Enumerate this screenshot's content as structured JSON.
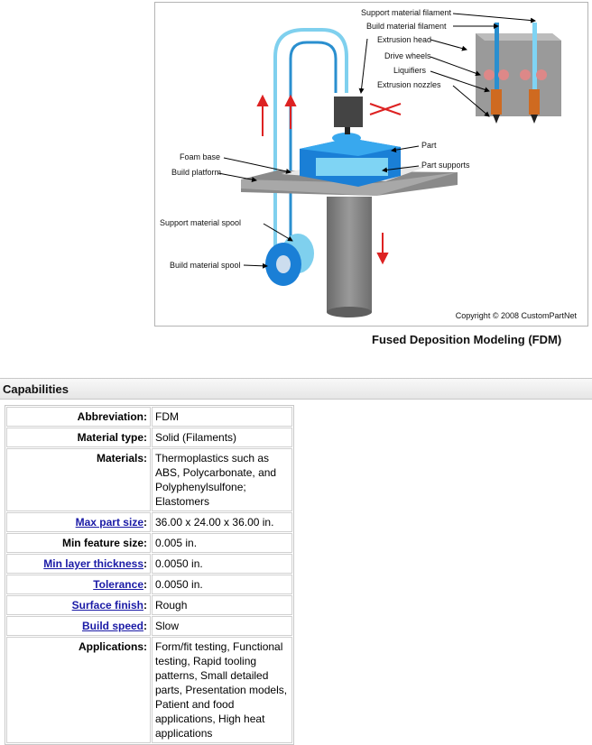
{
  "figure": {
    "labels": {
      "support_filament": "Support material filament",
      "build_filament": "Build material filament",
      "extrusion_head": "Extrusion head",
      "drive_wheels": "Drive wheels",
      "liquifiers": "Liquifiers",
      "extrusion_nozzles": "Extrusion nozzles",
      "part": "Part",
      "part_supports": "Part supports",
      "foam_base": "Foam base",
      "build_platform": "Build platform",
      "support_spool": "Support material spool",
      "build_spool": "Build material spool"
    },
    "copyright": "Copyright © 2008 CustomPartNet",
    "caption": "Fused Deposition Modeling (FDM)"
  },
  "section": {
    "title": "Capabilities"
  },
  "capabilities": {
    "rows": [
      {
        "key": "Abbreviation",
        "value": "FDM"
      },
      {
        "key": "Material type",
        "value": "Solid (Filaments)"
      },
      {
        "key": "Materials",
        "value": "Thermoplastics such as ABS, Polycarbonate, and Polyphenylsulfone; Elastomers"
      },
      {
        "key": "Max part size",
        "value": "36.00 x 24.00 x 36.00 in."
      },
      {
        "key": "Min feature size",
        "value": "0.005 in."
      },
      {
        "key": "Min layer thickness",
        "value": "0.0050 in."
      },
      {
        "key": "Tolerance",
        "value": "0.0050 in."
      },
      {
        "key": "Surface finish",
        "value": "Rough"
      },
      {
        "key": "Build speed",
        "value": "Slow"
      },
      {
        "key": "Applications",
        "value": "Form/fit testing, Functional testing, Rapid tooling patterns, Small detailed parts, Presentation models, Patient and food applications, High heat applications"
      }
    ]
  }
}
